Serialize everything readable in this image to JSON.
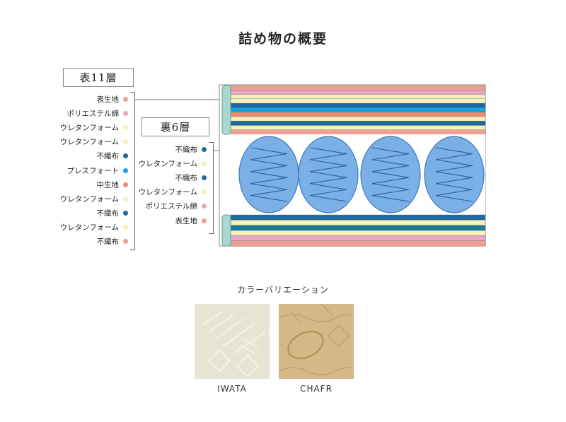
{
  "title": "詰め物の概要",
  "top_group": {
    "label": "表11層",
    "layers": [
      {
        "name": "表生地",
        "color": "#f0a090"
      },
      {
        "name": "ポリエステル綿",
        "color": "#e8a6c4"
      },
      {
        "name": "ウレタンフォーム",
        "color": "#f7f0bc"
      },
      {
        "name": "ウレタンフォーム",
        "color": "#f7f0bc"
      },
      {
        "name": "不織布",
        "color": "#1d6aa0"
      },
      {
        "name": "プレスフォート",
        "color": "#15a4e0"
      },
      {
        "name": "中生地",
        "color": "#ee8c6c"
      },
      {
        "name": "ウレタンフォーム",
        "color": "#f7f0bc"
      },
      {
        "name": "不織布",
        "color": "#1d6aa0"
      },
      {
        "name": "ウレタンフォーム",
        "color": "#f7f0bc"
      },
      {
        "name": "不織布",
        "color": "#f0a090"
      }
    ]
  },
  "bottom_group": {
    "label": "裏6層",
    "layers": [
      {
        "name": "不織布",
        "color": "#1d6aa0"
      },
      {
        "name": "ウレタンフォーム",
        "color": "#f7f0bc"
      },
      {
        "name": "不織布",
        "color": "#1d6aa0"
      },
      {
        "name": "ウレタンフォーム",
        "color": "#f7f0bc"
      },
      {
        "name": "ポリエステル綿",
        "color": "#e8a6c4"
      },
      {
        "name": "表生地",
        "color": "#f0a090"
      }
    ]
  },
  "diagram_colors": {
    "accent_bracket": "#a8d8d4",
    "spring_fill": "#7ab0e6",
    "spring_stroke": "#3c78c0"
  },
  "color_variation": {
    "title": "カラーバリエーション",
    "swatches": [
      {
        "name": "IWATA",
        "color": "#e6e4d4"
      },
      {
        "name": "CHAFR",
        "color": "#d4b888"
      }
    ]
  }
}
